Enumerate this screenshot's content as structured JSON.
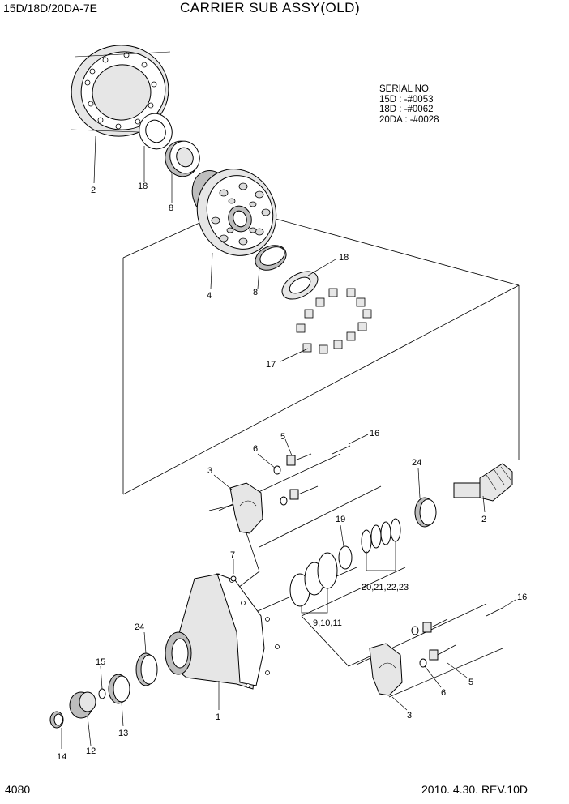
{
  "header": {
    "model": "15D/18D/20DA-7E",
    "title": "CARRIER SUB ASSY(OLD)"
  },
  "serial": {
    "heading": "SERIAL NO.",
    "lines": [
      "15D : -#0053",
      "18D : -#0062",
      "20DA : -#0028"
    ]
  },
  "callouts": {
    "c2_top": "2",
    "c18_top": "18",
    "c8_top": "8",
    "c4": "4",
    "c8_mid": "8",
    "c18_mid": "18",
    "c17": "17",
    "c6_left": "6",
    "c5_left": "5",
    "c16_top": "16",
    "c3_left": "3",
    "c24_right": "24",
    "c2_right": "2",
    "c19": "19",
    "c7": "7",
    "c20_23": "20,21,22,23",
    "c9_11": "9,10,11",
    "c24_left": "24",
    "c16_bottom": "16",
    "c15": "15",
    "c1": "1",
    "c6_right": "6",
    "c5_right": "5",
    "c14": "14",
    "c12": "12",
    "c13": "13",
    "c3_right": "3"
  },
  "footer": {
    "page_number": "4080",
    "revision": "2010. 4.30.  REV.10D"
  }
}
